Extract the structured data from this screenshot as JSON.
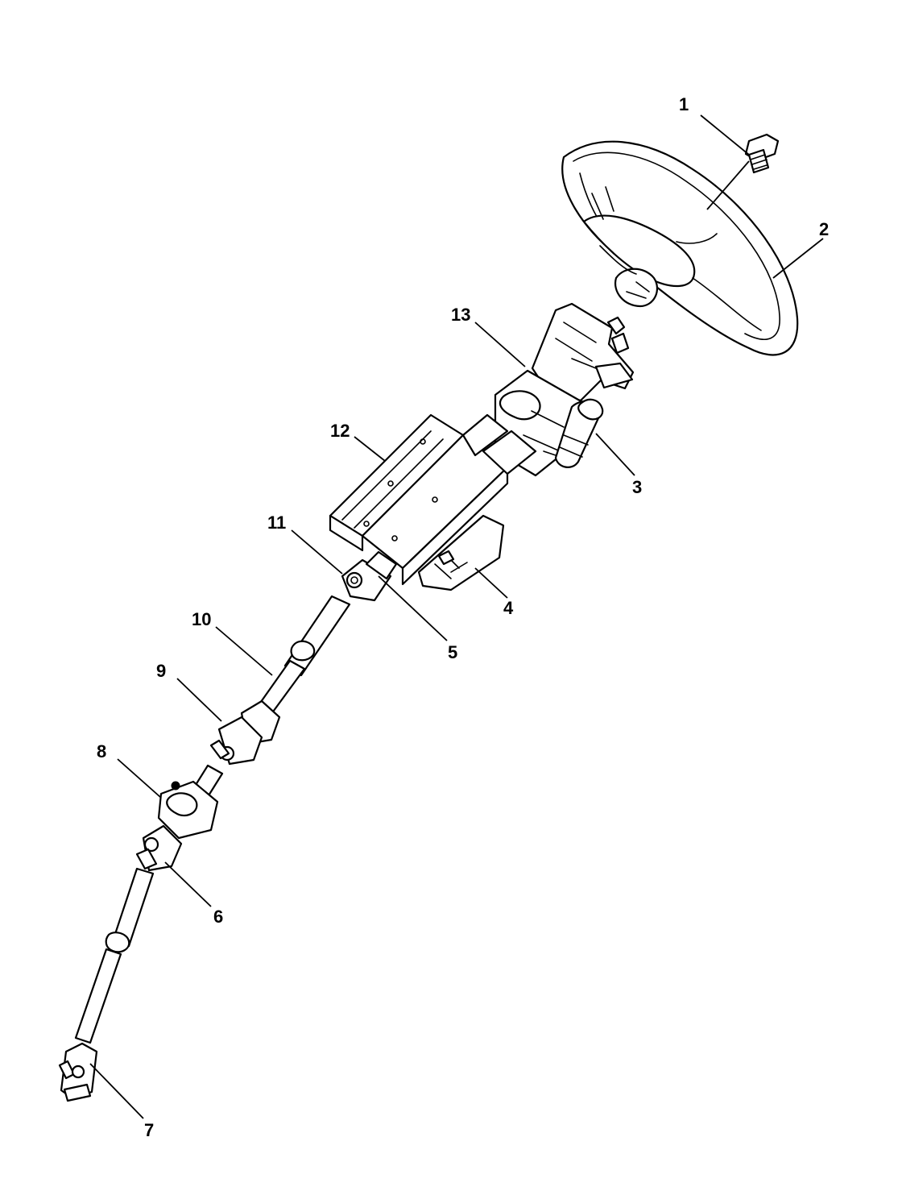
{
  "diagram": {
    "colors": {
      "line": "#000000",
      "background": "#ffffff"
    },
    "callouts": [
      {
        "id": "1",
        "label": "1",
        "part": "bolt"
      },
      {
        "id": "2",
        "label": "2",
        "part": "steering-wheel"
      },
      {
        "id": "3",
        "label": "3",
        "part": "motor"
      },
      {
        "id": "4",
        "label": "4",
        "part": "control-module"
      },
      {
        "id": "5",
        "label": "5",
        "part": "column-lower-shaft"
      },
      {
        "id": "6",
        "label": "6",
        "part": "universal-joint"
      },
      {
        "id": "7",
        "label": "7",
        "part": "lower-yoke"
      },
      {
        "id": "8",
        "label": "8",
        "part": "boot-seal"
      },
      {
        "id": "9",
        "label": "9",
        "part": "intermediate-joint"
      },
      {
        "id": "10",
        "label": "10",
        "part": "intermediate-shaft"
      },
      {
        "id": "11",
        "label": "11",
        "part": "upper-universal-joint"
      },
      {
        "id": "12",
        "label": "12",
        "part": "column-housing"
      },
      {
        "id": "13",
        "label": "13",
        "part": "upper-column-bracket"
      }
    ]
  }
}
